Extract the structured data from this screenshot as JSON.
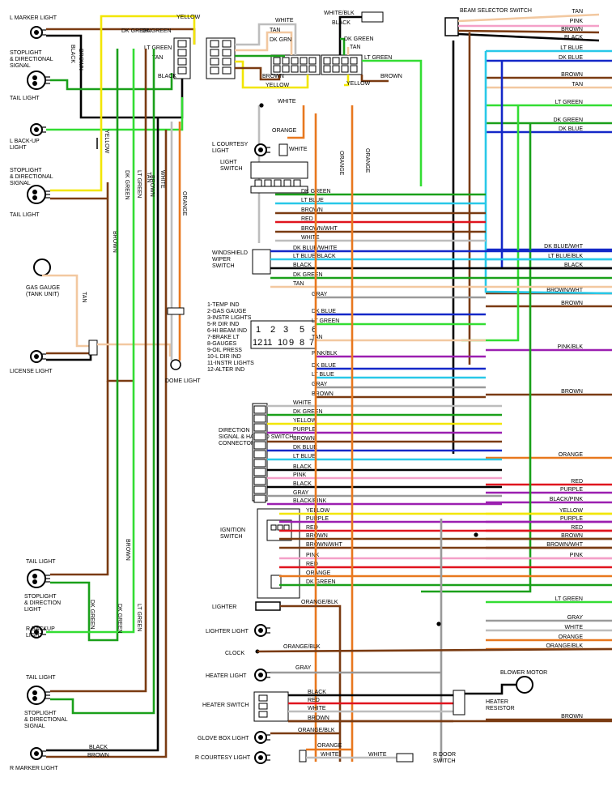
{
  "components": {
    "l_marker_light": "L MARKER LIGHT",
    "stoplight_directional_top": [
      "STOPLIGHT",
      "& DIRECTIONAL",
      "SIGNAL"
    ],
    "tail_light": "TAIL LIGHT",
    "l_backup_light": [
      "L BACK-UP",
      "LIGHT"
    ],
    "stoplight_directional_2": [
      "STOPLIGHT",
      "& DIRECTIONAL",
      "SIGNAL"
    ],
    "tail_light_2": "TAIL LIGHT",
    "gas_gauge": [
      "GAS GAUGE",
      "(TANK UNIT)"
    ],
    "license_light": "LICENSE LIGHT",
    "dome_light": "DOME LIGHT",
    "beam_selector_switch": "BEAM SELECTOR SWITCH",
    "l_courtesy_light": [
      "L COURTESY",
      "LIGHT"
    ],
    "light_switch": [
      "LIGHT",
      "SWITCH"
    ],
    "windshield_wiper_switch": [
      "WINDSHIELD",
      "WIPER",
      "SWITCH"
    ],
    "instrument_legend": [
      "1-TEMP IND",
      "2-GAS GAUGE",
      "3-INSTR LIGHTS",
      "5-R DIR IND",
      "6-HI BEAM IND",
      "7-BRAKE LT",
      "8-GAUGES",
      "9-OIL PRESS",
      "10-L DIR IND",
      "11-INSTR LIGHTS",
      "12-ALTER IND"
    ],
    "connector_top_numbers": [
      "1",
      "2",
      "3",
      "5",
      "6"
    ],
    "connector_bottom_numbers": [
      "12",
      "11",
      "10",
      "9",
      "8",
      "7"
    ],
    "direction_signal_connector": [
      "DIRECTION",
      "SIGNAL & HAZARD SWITCH",
      "CONNECTOR"
    ],
    "ignition_switch": [
      "IGNITION",
      "SWITCH"
    ],
    "tail_light_bottom": "TAIL LIGHT",
    "stoplight_direction_light": [
      "STOPLIGHT",
      "& DIRECTION",
      "LIGHT"
    ],
    "r_backup_light": [
      "R BACKUP",
      "LIGHT"
    ],
    "tail_light_bottom_2": "TAIL LIGHT",
    "stoplight_directional_bottom": [
      "STOPLIGHT",
      "& DIRECTIONAL",
      "SIGNAL"
    ],
    "r_marker_light": "R MARKER LIGHT",
    "lighter": "LIGHTER",
    "lighter_light": "LIGHTER LIGHT",
    "clock": "CLOCK",
    "heater_light": "HEATER LIGHT",
    "heater_switch": "HEATER SWITCH",
    "glove_box_light": "GLOVE BOX LIGHT",
    "r_courtesy_light": "R COURTESY LIGHT",
    "r_door_switch": [
      "R DOOR",
      "SWITCH"
    ],
    "blower_motor": "BLOWER MOTOR",
    "heater_resistor": [
      "HEATER",
      "RESISTOR"
    ]
  },
  "wire_colors": {
    "black": "#000000",
    "brown": "#7a3b12",
    "yellow": "#f2e600",
    "dk_green": "#1aa01a",
    "lt_green": "#33dd33",
    "tan": "#f2c8a0",
    "white": "#bdbdbd",
    "orange": "#e8781e",
    "red": "#e0141e",
    "pink": "#f4a0c8",
    "purple": "#9b1fb0",
    "lt_blue": "#28c8e8",
    "dk_blue": "#1428c8",
    "gray": "#9a9a9a"
  },
  "top_left_labels": [
    "YELLOW",
    "DK GREEN",
    "LT GREEN",
    "TAN",
    "BLACK",
    "BLACK",
    "BROWN",
    "WHITE",
    "TAN",
    "DK GRN",
    "BROWN",
    "YELLOW",
    "WHITE/BLK",
    "BLACK",
    "DK GREEN",
    "TAN",
    "LT GREEN",
    "BROWN",
    "YELLOW",
    "WHITE",
    "ORANGE",
    "WHITE",
    "ORANGE",
    "ORANGE",
    "LT GREEN",
    "LT GREEN",
    "DK GREEN",
    "LT GREEN",
    "BLACK",
    "BLACK",
    "BROWN",
    "WHITE",
    "ORANGE",
    "YELLOW",
    "TAN",
    "BROWN",
    "DK GREEN",
    "BLACK"
  ],
  "right_edge_labels": [
    "TAN",
    "PINK",
    "BROWN",
    "BLACK",
    "LT BLUE",
    "DK BLUE",
    "BROWN",
    "TAN",
    "LT GREEN",
    "DK GREEN",
    "DK BLUE",
    "DK BLUE/WHT",
    "LT BLUE/BLK",
    "BLACK",
    "BROWN/WHT",
    "BROWN",
    "PINK/BLK",
    "BROWN",
    "ORANGE",
    "RED",
    "PURPLE",
    "BLACK/PINK",
    "YELLOW",
    "PURPLE",
    "RED",
    "BROWN",
    "BROWN/WHT",
    "PINK",
    "LT GREEN",
    "GRAY",
    "WHITE",
    "ORANGE",
    "ORANGE/BLK",
    "BROWN"
  ],
  "light_switch_wires": [
    "DK GREEN",
    "LT BLUE",
    "BROWN",
    "RED",
    "BROWN/WHT",
    "WHITE"
  ],
  "wiper_wires": [
    "DK BLUE/WHITE",
    "LT BLUE/BLACK",
    "BLACK",
    "DK GREEN",
    "TAN"
  ],
  "instrument_wires": [
    "GRAY",
    "DK BLUE",
    "LT GREEN",
    "TAN",
    "PINK/BLK",
    "DK BLUE",
    "LT BLUE",
    "GRAY",
    "BROWN"
  ],
  "direction_connector_wires": [
    "WHITE",
    "DK GREEN",
    "YELLOW",
    "PURPLE",
    "BROWN",
    "DK BLUE",
    "LT BLUE",
    "BLACK",
    "PINK",
    "BLACK",
    "GRAY",
    "BLACK/PINK"
  ],
  "ignition_wires": [
    "YELLOW",
    "PURPLE",
    "RED",
    "BROWN",
    "BROWN/WHT",
    "PINK",
    "RED",
    "ORANGE",
    "DK GREEN"
  ],
  "lower_wires": [
    "ORANGE/BLK",
    "ORANGE/BLK",
    "GRAY",
    "BLACK",
    "RED",
    "WHITE",
    "BROWN",
    "ORANGE/BLK",
    "ORANGE",
    "WHITE",
    "WHITE"
  ],
  "rear_wires": [
    "BLACK",
    "BROWN"
  ],
  "vertical_labels": [
    "BLACK",
    "BROWN",
    "YELLOW",
    "DK GREEN",
    "LT GREEN",
    "TAN",
    "BROWN",
    "WHITE",
    "ORANGE",
    "BROWN",
    "TAN",
    "BROWN",
    "DK GREEN",
    "DK GREEN",
    "LT GREEN",
    "ORANGE",
    "ORANGE",
    "LT BLUE",
    "DK GREEN"
  ]
}
